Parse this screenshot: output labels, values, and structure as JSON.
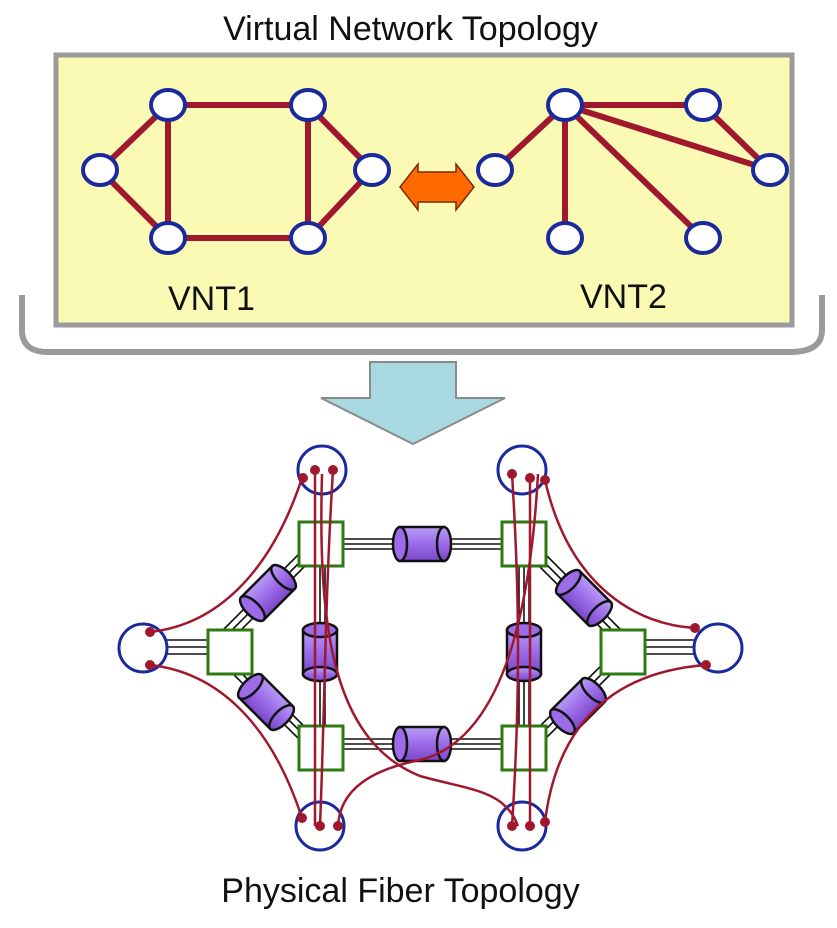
{
  "top_title": "Virtual Network Topology",
  "bottom_title": "Physical Fiber Topology",
  "vnt1": {
    "label": "VNT1"
  },
  "vnt2": {
    "label": "VNT2"
  },
  "colors": {
    "panel_fill": "#FAFAB4",
    "panel_border": "#9A9A9A",
    "bracket": "#9A9A9A",
    "link": "#A0182E",
    "node_fill": "#FFFFFF",
    "node_stroke": "#1A2A9C",
    "swap_arrow": "#FF6A00",
    "down_arrow": "#A8D8E0",
    "switch_stroke": "#2E7A10",
    "amplifier": "#9B6BE8",
    "fiber": "#111111"
  }
}
